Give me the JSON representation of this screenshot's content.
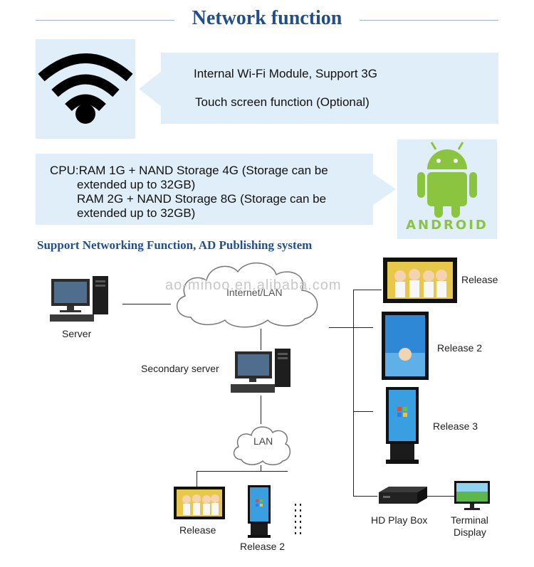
{
  "header": {
    "title": "Network function"
  },
  "features": {
    "wifi": {
      "icon": "wifi-icon",
      "line1": "Internal Wi-Fi Module, Support 3G",
      "line2": "Touch screen function (Optional)"
    },
    "cpu": {
      "line1": "CPU:RAM 1G + NAND Storage 4G (Storage can be",
      "line2": "extended up to 32GB)",
      "line3": "RAM 2G + NAND Storage 8G (Storage can be",
      "line4": "extended up to 32GB)"
    },
    "android": {
      "icon": "android-icon",
      "logo_text": "ANDROID"
    }
  },
  "diagram": {
    "subtitle": "Support Networking Function, AD Publishing system",
    "watermark": "ao-mihoo.en.alibaba.com",
    "cloud_internet": "Internet/LAN",
    "cloud_lan": "LAN",
    "server": "Server",
    "secondary_server": "Secondary server",
    "release_1": "Release",
    "release_2": "Release 2",
    "release_3": "Release 3",
    "hd_play_box": "HD Play Box",
    "terminal_display_1": "Terminal",
    "terminal_display_2": "Display",
    "bottom_release": "Release",
    "bottom_release_2": "Release 2"
  },
  "colors": {
    "title": "#1f4f8c",
    "panel": "#dfeef8",
    "android_green": "#8bc53f"
  }
}
